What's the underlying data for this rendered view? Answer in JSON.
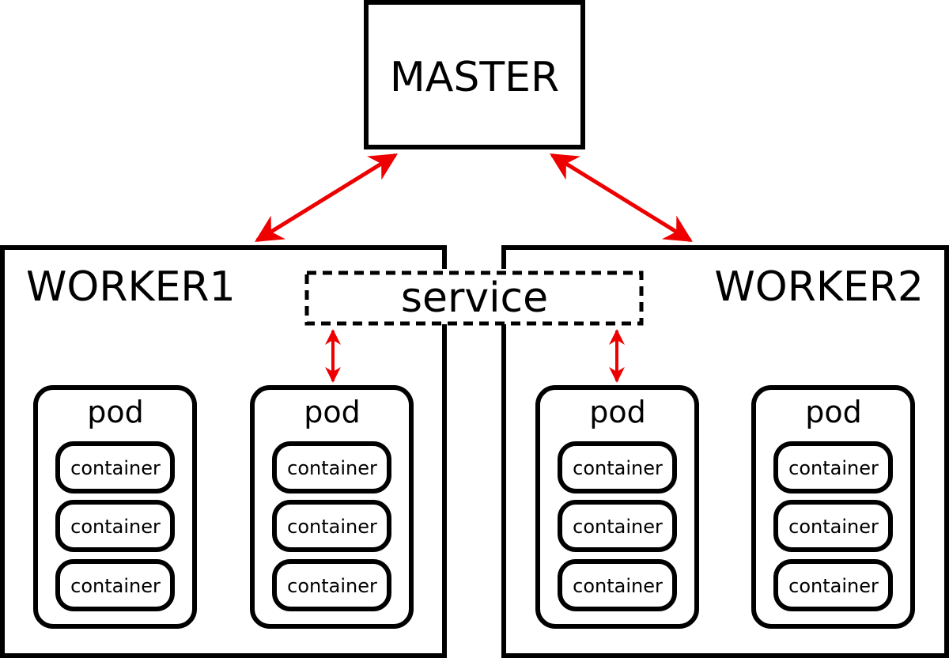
{
  "master": {
    "label": "MASTER"
  },
  "service": {
    "label": "service"
  },
  "workers": [
    {
      "label": "WORKER1",
      "pods": [
        {
          "label": "pod",
          "containers": [
            "container",
            "container",
            "container"
          ]
        },
        {
          "label": "pod",
          "containers": [
            "container",
            "container",
            "container"
          ]
        }
      ]
    },
    {
      "label": "WORKER2",
      "pods": [
        {
          "label": "pod",
          "containers": [
            "container",
            "container",
            "container"
          ]
        },
        {
          "label": "pod",
          "containers": [
            "container",
            "container",
            "container"
          ]
        }
      ]
    }
  ],
  "colors": {
    "stroke": "#000000",
    "arrow": "#ee0000",
    "background": "#ffffff"
  }
}
